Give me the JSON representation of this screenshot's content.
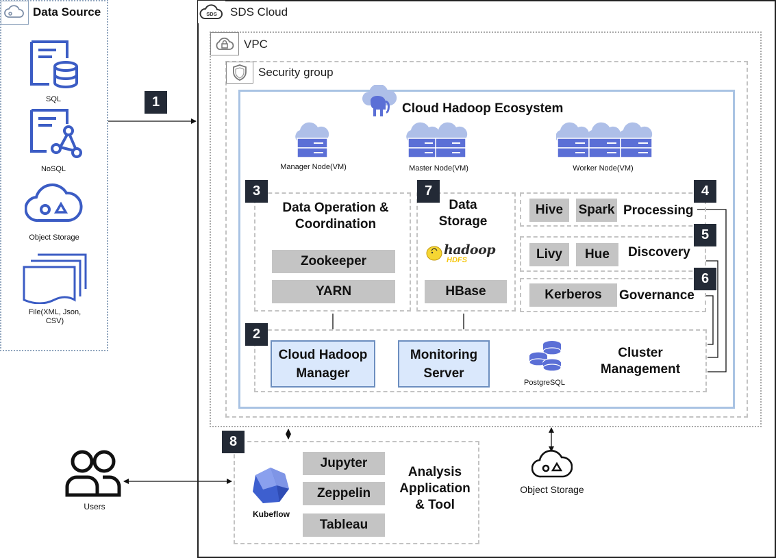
{
  "data_source": {
    "title": "Data Source",
    "items": {
      "sql": "SQL",
      "nosql": "NoSQL",
      "object_storage": "Object Storage",
      "file_line1": "File(XML, Json,",
      "file_line2": "CSV)"
    }
  },
  "cloud": {
    "title": "SDS Cloud",
    "logo_text": "SDS",
    "vpc": "VPC",
    "security_group": "Security group",
    "ecosystem_title": "Cloud Hadoop Ecosystem",
    "nodes": {
      "manager": "Manager Node(VM)",
      "master": "Master Node(VM)",
      "worker": "Worker Node(VM)"
    }
  },
  "steps": {
    "s1": "1",
    "s2": "2",
    "s3": "3",
    "s4": "4",
    "s5": "5",
    "s6": "6",
    "s7": "7",
    "s8": "8"
  },
  "data_operation": {
    "title_line1": "Data Operation &",
    "title_line2": "Coordination",
    "zookeeper": "Zookeeper",
    "yarn": "YARN"
  },
  "data_storage": {
    "title_line1": "Data",
    "title_line2": "Storage",
    "hdfs_logo": "hadoop",
    "hdfs_sub": "HDFS",
    "hbase": "HBase"
  },
  "processing": {
    "hive": "Hive",
    "spark": "Spark",
    "label": "Processing"
  },
  "discovery": {
    "livy": "Livy",
    "hue": "Hue",
    "label": "Discovery"
  },
  "governance": {
    "kerberos": "Kerberos",
    "label": "Governance"
  },
  "cluster_management": {
    "manager_line1": "Cloud Hadoop",
    "manager_line2": "Manager",
    "monitoring_line1": "Monitoring",
    "monitoring_line2": "Server",
    "postgres": "PostgreSQL",
    "label_line1": "Cluster",
    "label_line2": "Management"
  },
  "analysis": {
    "jupyter": "Jupyter",
    "zeppelin": "Zeppelin",
    "tableau": "Tableau",
    "kubeflow": "Kubeflow",
    "label_line1": "Analysis",
    "label_line2": "Application",
    "label_line3": "& Tool"
  },
  "users": "Users",
  "object_storage_bottom": "Object Storage",
  "colors": {
    "icon_blue": "#3b5cc4",
    "server_blue": "#5b6fd6",
    "cloud_blue": "#aebfe8",
    "badge": "#232a36",
    "grey_button": "#c4c4c4",
    "blue_button_fill": "#dae8fc"
  }
}
